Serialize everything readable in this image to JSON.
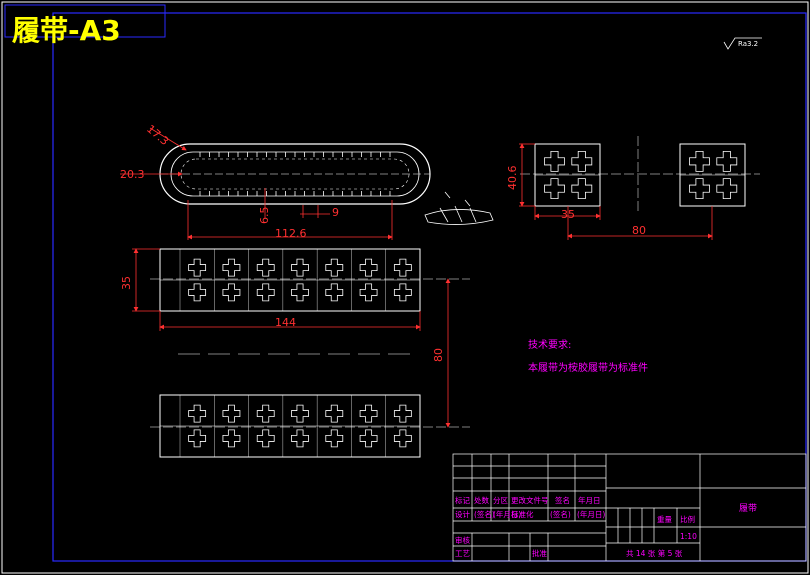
{
  "title": "履带-A3",
  "roughness": "Ra3.2",
  "dimensions": {
    "side_radius": "17.3",
    "side_width": "20.3",
    "side_length": "112.6",
    "side_pitch": "9",
    "side_height": "6.5",
    "plate_height": "40.6",
    "plate_width": "35",
    "plate_spacing": "80",
    "strip_height": "35",
    "strip_length": "144",
    "strip_spacing": "80"
  },
  "notes": {
    "heading": "技术要求:",
    "line1": "本履带为桉胶履带为标准件"
  },
  "title_block": {
    "row1": [
      "标记",
      "处数",
      "分区",
      "更改文件号",
      "签名",
      "年月日"
    ],
    "row2": [
      "设计",
      "(签名)",
      "(年月日)",
      "标准化",
      "(签名)",
      "(年月日)"
    ],
    "row3": [
      "审核"
    ],
    "row4": [
      "工艺",
      "批准"
    ],
    "weight_label": "重量",
    "scale_label": "比例",
    "scale_value": "1:10",
    "sheets": "共 14 张 第 5 张",
    "part_name": "履带"
  },
  "colors": {
    "background": "#000000",
    "lines": "#ffffff",
    "frame": "#2a2aff",
    "dimension": "#ff3030",
    "title": "#ffff00",
    "text": "#ff00ff"
  }
}
